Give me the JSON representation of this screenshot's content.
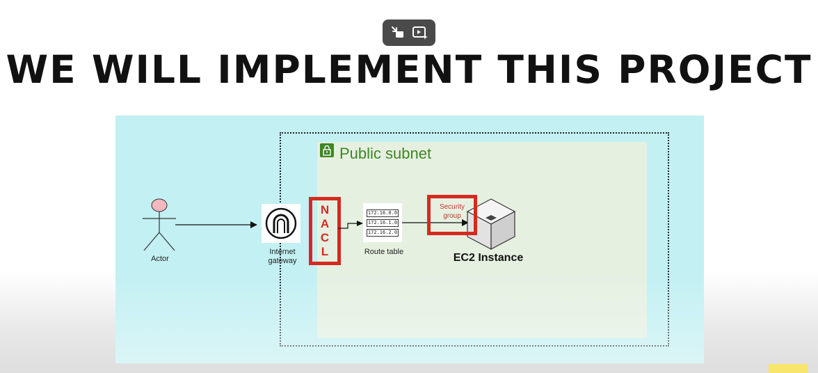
{
  "heading": "WE WILL IMPLEMENT THIS PROJECT",
  "player_controls": {
    "items": [
      {
        "name": "exit-fullscreen-icon"
      },
      {
        "name": "autoplay-magic-icon"
      }
    ]
  },
  "diagram": {
    "subnet_title": "Public subnet",
    "actor_label": "Actor",
    "igw_label_line1": "Internet",
    "igw_label_line2": "gateway",
    "nacl_letters": [
      "N",
      "A",
      "C",
      "L"
    ],
    "route_table_entries": [
      "172.16.0.0",
      "172.16.1.0",
      "172.16.2.0"
    ],
    "route_table_label": "Route table",
    "security_group_line1": "Security",
    "security_group_line2": "group",
    "ec2_label": "EC2 Instance",
    "colors": {
      "slide_bg": "#c2f0f3",
      "subnet_bg": "#e6f0e1",
      "subnet_green": "#3f8624",
      "highlight_red": "#d52a1f"
    }
  }
}
